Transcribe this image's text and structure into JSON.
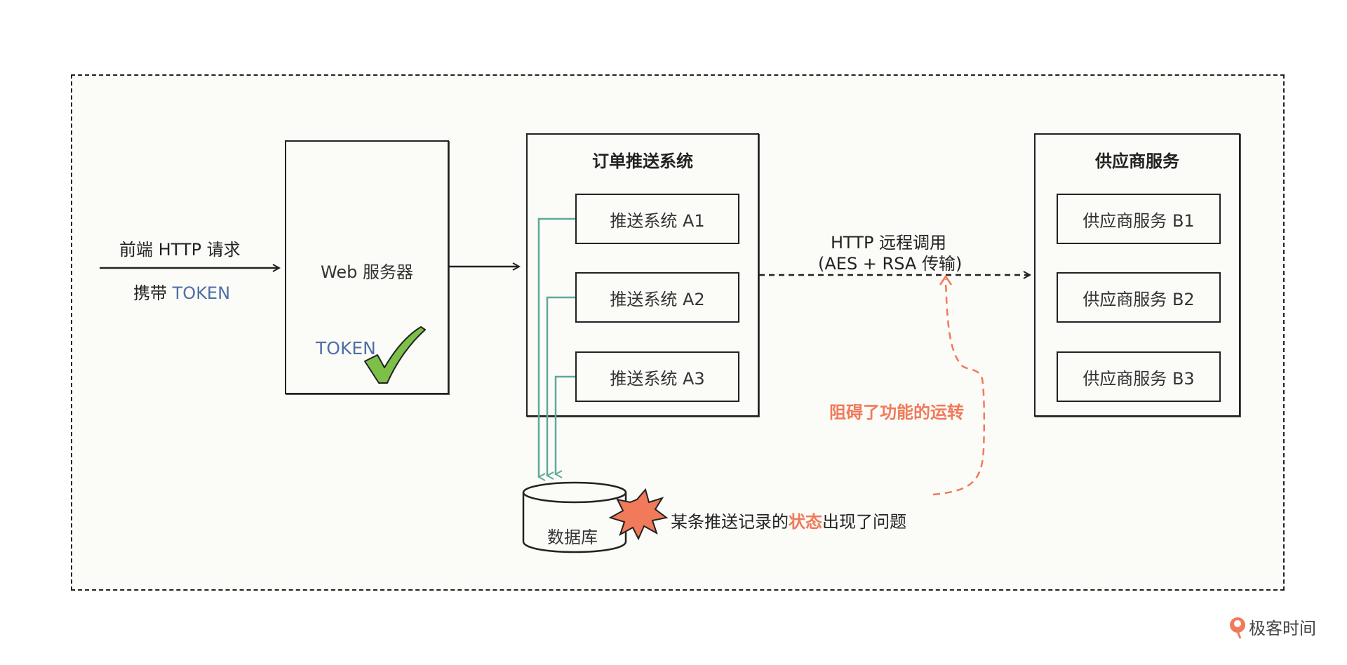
{
  "left_label": {
    "line1": "前端 HTTP 请求",
    "line2_prefix": "携带 ",
    "line2_token": "TOKEN"
  },
  "web_server": {
    "label": "Web 服务器",
    "token": "TOKEN"
  },
  "push_system": {
    "title": "订单推送系统",
    "items": [
      "推送系统 A1",
      "推送系统 A2",
      "推送系统 A3"
    ]
  },
  "remote_call": {
    "line1": "HTTP 远程调用",
    "line2": "(AES + RSA 传输)"
  },
  "supplier": {
    "title": "供应商服务",
    "items": [
      "供应商服务 B1",
      "供应商服务 B2",
      "供应商服务 B3"
    ]
  },
  "database": {
    "label": "数据库"
  },
  "problem": {
    "prefix": "某条推送记录的",
    "highlight": "状态",
    "suffix": "出现了问题"
  },
  "impact": {
    "label": "阻碍了功能的运转"
  },
  "brand": {
    "label": "极客时间"
  },
  "colors": {
    "accent_orange": "#f07a5a",
    "token_blue": "#4f6fa8",
    "teal": "#5fa89a",
    "check_green": "#7cc04a"
  }
}
